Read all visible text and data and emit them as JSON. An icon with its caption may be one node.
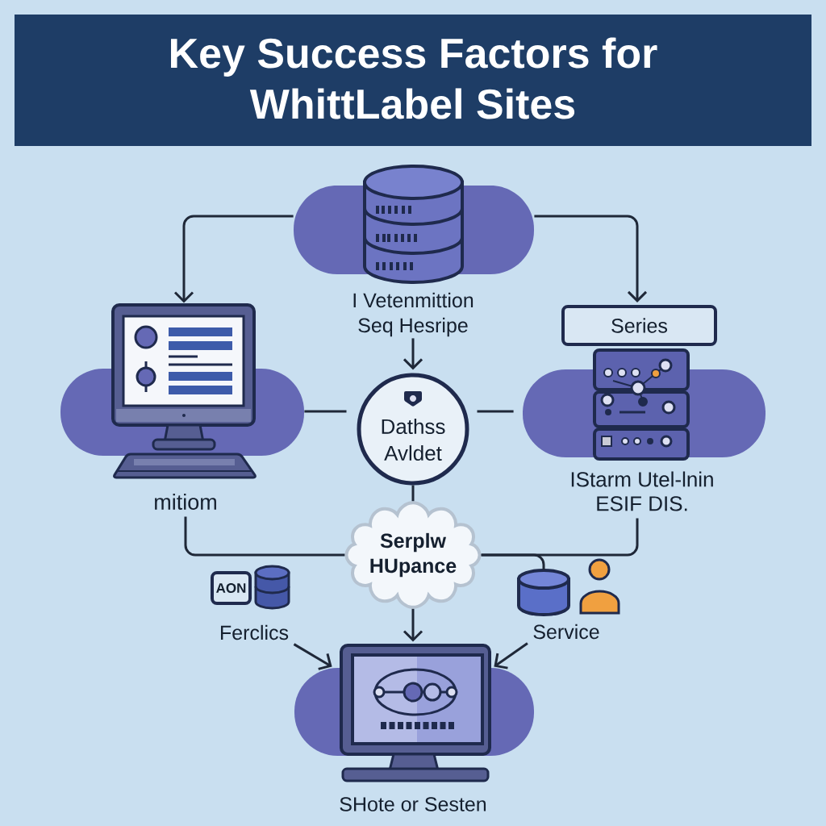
{
  "diagram": {
    "title": "Key Success Factors for WhittLabel Sites",
    "nodes": [
      {
        "text": [
          "I Vetenmittion Seq Hesripe"
        ]
      },
      {
        "text": [
          "mitiom"
        ]
      },
      {
        "text": [
          "Dathss Avldet"
        ]
      },
      {
        "text": [
          "Series"
        ]
      },
      {
        "text": [
          "IStarm Utel-lnin ESIF DIS."
        ]
      },
      {
        "text": [
          "Serplw HUpance"
        ]
      },
      {
        "text": [
          "SHote or Sesten"
        ]
      },
      {
        "text": [
          "AON"
        ]
      },
      {
        "text": [
          "Ferclics"
        ]
      },
      {
        "text": [
          "Service"
        ]
      },
      {
        "text": [],
        "shape": "cylinder"
      }
    ],
    "edges": [
      {
        "from": 0,
        "to": 1,
        "arrow": "to"
      },
      {
        "from": 0,
        "to": 3,
        "arrow": "to"
      },
      {
        "from": 0,
        "to": 2,
        "arrow": "to"
      },
      {
        "from": 1,
        "to": 2,
        "arrow": "none"
      },
      {
        "from": 2,
        "to": 4,
        "arrow": "none"
      },
      {
        "from": 2,
        "to": 5,
        "arrow": "none"
      },
      {
        "from": 1,
        "to": 5,
        "arrow": "none"
      },
      {
        "from": 4,
        "to": 5,
        "arrow": "none"
      },
      {
        "from": 5,
        "to": 10,
        "arrow": "none"
      },
      {
        "from": 5,
        "to": 6,
        "arrow": "to"
      },
      {
        "from": 8,
        "to": 6,
        "arrow": "to"
      },
      {
        "from": 9,
        "to": 6,
        "arrow": "to"
      }
    ]
  }
}
